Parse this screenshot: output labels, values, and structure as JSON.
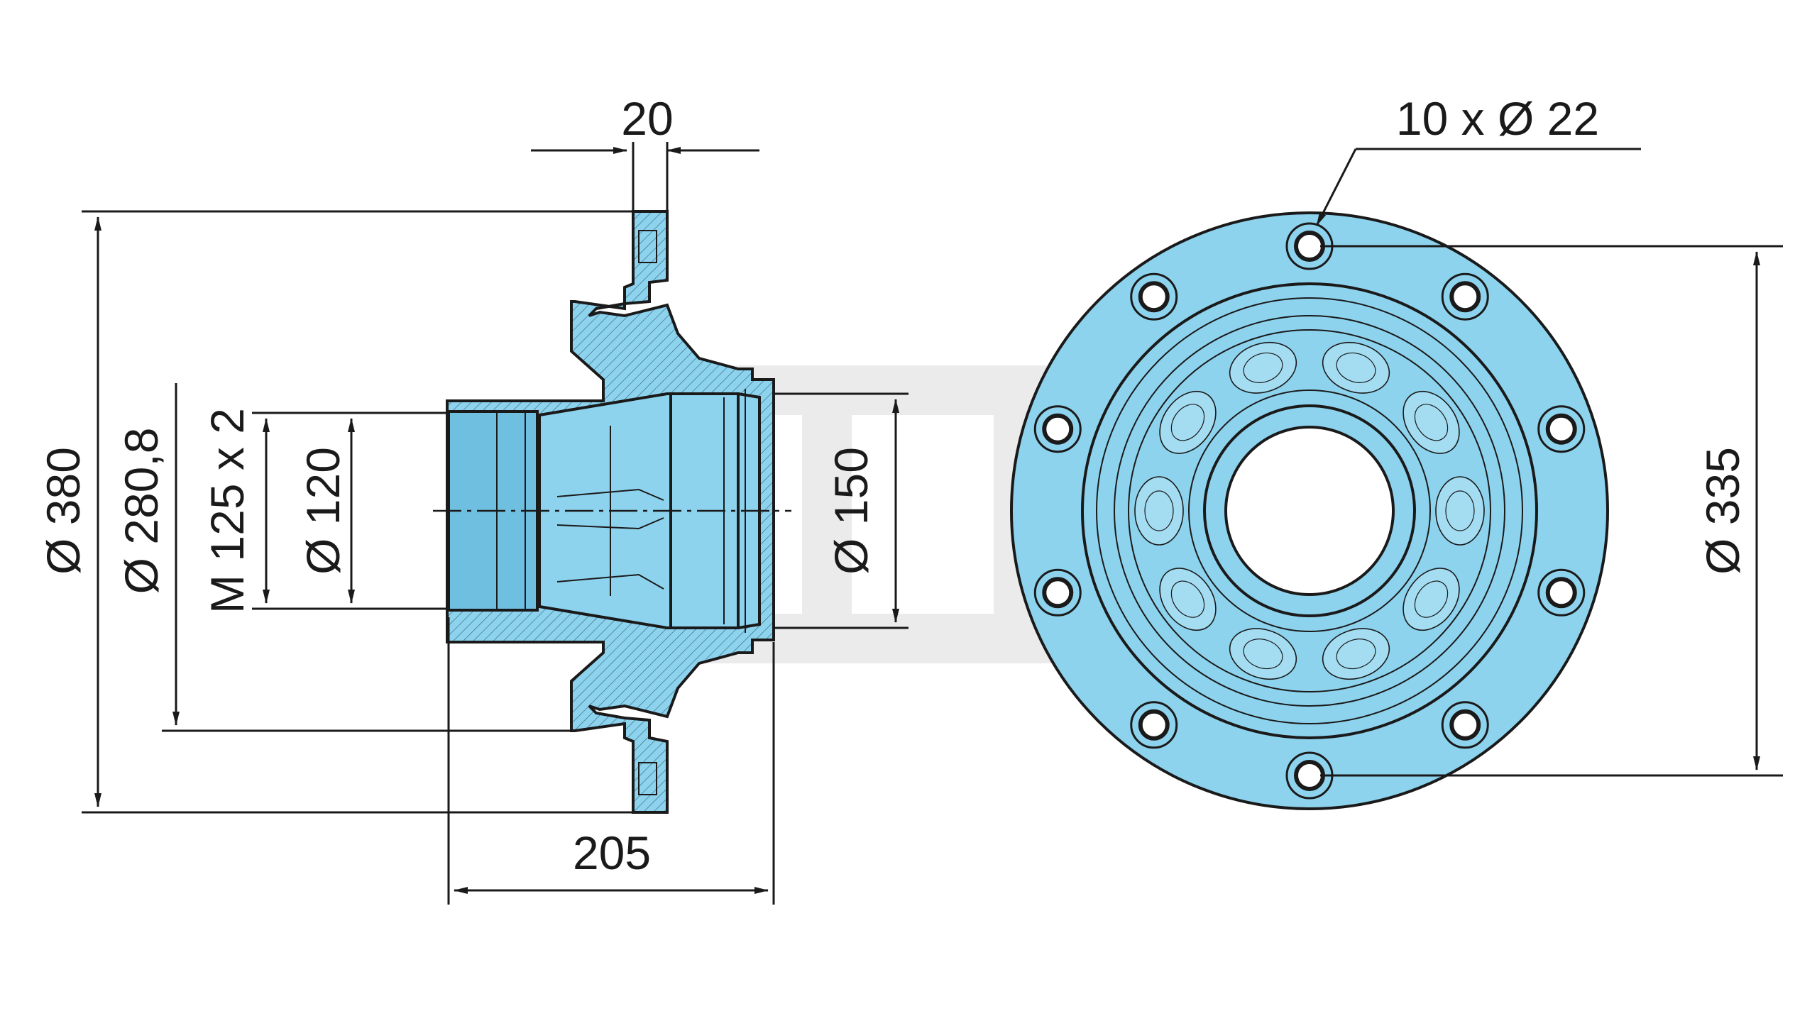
{
  "colors": {
    "part_fill": "#8ed3ee",
    "part_fill_dark": "#6fbfe0",
    "line": "#1a1a1a",
    "watermark": "#e2e2e2"
  },
  "dimensions": {
    "flange_width": "20",
    "overall_diameter": "Ø 380",
    "bearing_seat_diameter": "Ø 280,8",
    "thread": "M 125 x 2",
    "bore_inner": "Ø 120",
    "bore_outer": "Ø 150",
    "overall_length": "205",
    "bolt_circle": "Ø 335",
    "bolt_holes": "10 x Ø 22"
  },
  "views": {
    "side": "side-section-view",
    "front": "front-view"
  }
}
